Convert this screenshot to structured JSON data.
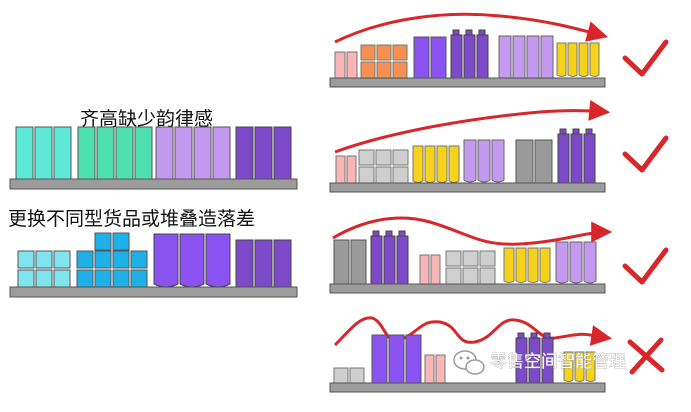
{
  "left": {
    "caption_top": "齐高缺少韵律感",
    "caption_bottom": "更换不同型货品或堆叠造落差"
  },
  "watermark": {
    "text": "零售空间智能管理",
    "icon": "wechat-icon"
  },
  "marks": {
    "rows": [
      "check",
      "check",
      "check",
      "cross"
    ]
  },
  "colors": {
    "arrow_red": "#d8262b",
    "check_red": "#d8262b",
    "shelf_grey": "#9c9c9c",
    "cyan": "#5ee8d6",
    "green": "#4fe0b0",
    "lavender": "#c39af0",
    "purple": "#7d4bc9",
    "dark_purple": "#6b3e8e",
    "blue": "#1fb0e8",
    "light_blue": "#7fe4ee",
    "violet": "#8a52f0",
    "pink": "#f9b6b8",
    "orange": "#f49052",
    "yellow": "#f7d21a",
    "grey": "#9a9a9a",
    "light_grey": "#cfcfcf"
  }
}
